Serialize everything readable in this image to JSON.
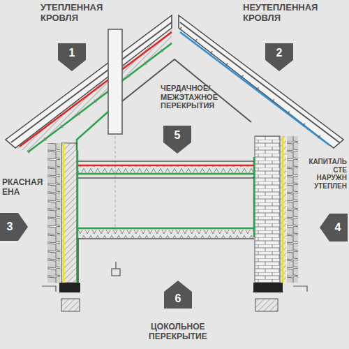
{
  "diagram": {
    "nodes": [
      {
        "text": [
          "УТЕПЛЕННАЯ КРОВЛЯ",
          "1"
        ]
      },
      {
        "text": [
          "НЕУТЕПЛЕННАЯ КРОВЛЯ",
          "2"
        ]
      },
      {
        "text": [
          "ЧЕРДАЧНОЕ/ МЕЖЭТАЖНОЕ ПЕРЕКРЫТИЯ",
          "5"
        ]
      },
      {
        "text": [
          "РКАСНАЯ ЕНА",
          "3"
        ]
      },
      {
        "text": [
          "КАПИТАЛЬ СТЕ НАРУЖН УТЕПЛЕН",
          "4"
        ]
      },
      {
        "text": [
          "ЦОКОЛЬНОЕ ПЕРЕКРЫТИЕ",
          "6"
        ]
      }
    ]
  }
}
